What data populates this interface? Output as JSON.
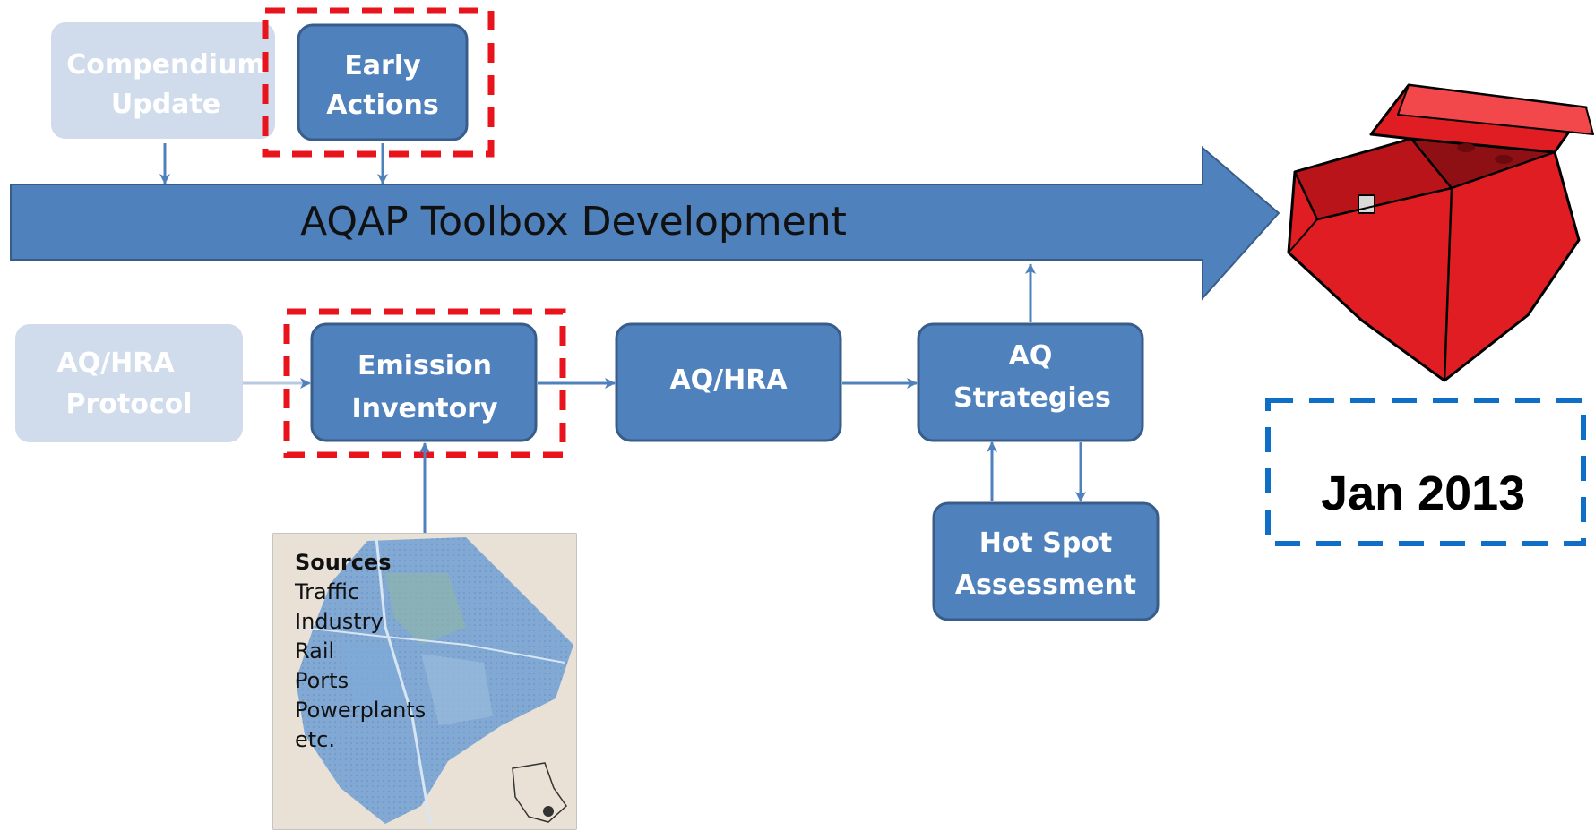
{
  "boxes": {
    "compendium_update": [
      "Compendium",
      "Update"
    ],
    "early_actions": [
      "Early",
      "Actions"
    ],
    "aqhra_protocol": [
      "AQ/HRA",
      "Protocol"
    ],
    "emission_inventory": [
      "Emission",
      "Inventory"
    ],
    "aqhra": [
      "AQ/HRA"
    ],
    "aq_strategies": [
      "AQ",
      "Strategies"
    ],
    "hot_spot_assessment": [
      "Hot Spot",
      "Assessment"
    ]
  },
  "main_arrow": {
    "label": "AQAP Toolbox Development"
  },
  "sources": {
    "title": "Sources",
    "items": [
      "Traffic",
      "Industry",
      "Rail",
      "Ports",
      "Powerplants",
      "etc."
    ]
  },
  "milestone": {
    "label": "Jan 2013"
  },
  "colors": {
    "box_fill": "#4f81bd",
    "box_border": "#385d8a",
    "box_faded": "#d0dcec",
    "highlight_dash": "#e8131b",
    "milestone_dash": "#0f6fc6",
    "toolbox_red": "#e01d22"
  },
  "icons": [
    "toolbox-icon",
    "map-image"
  ]
}
